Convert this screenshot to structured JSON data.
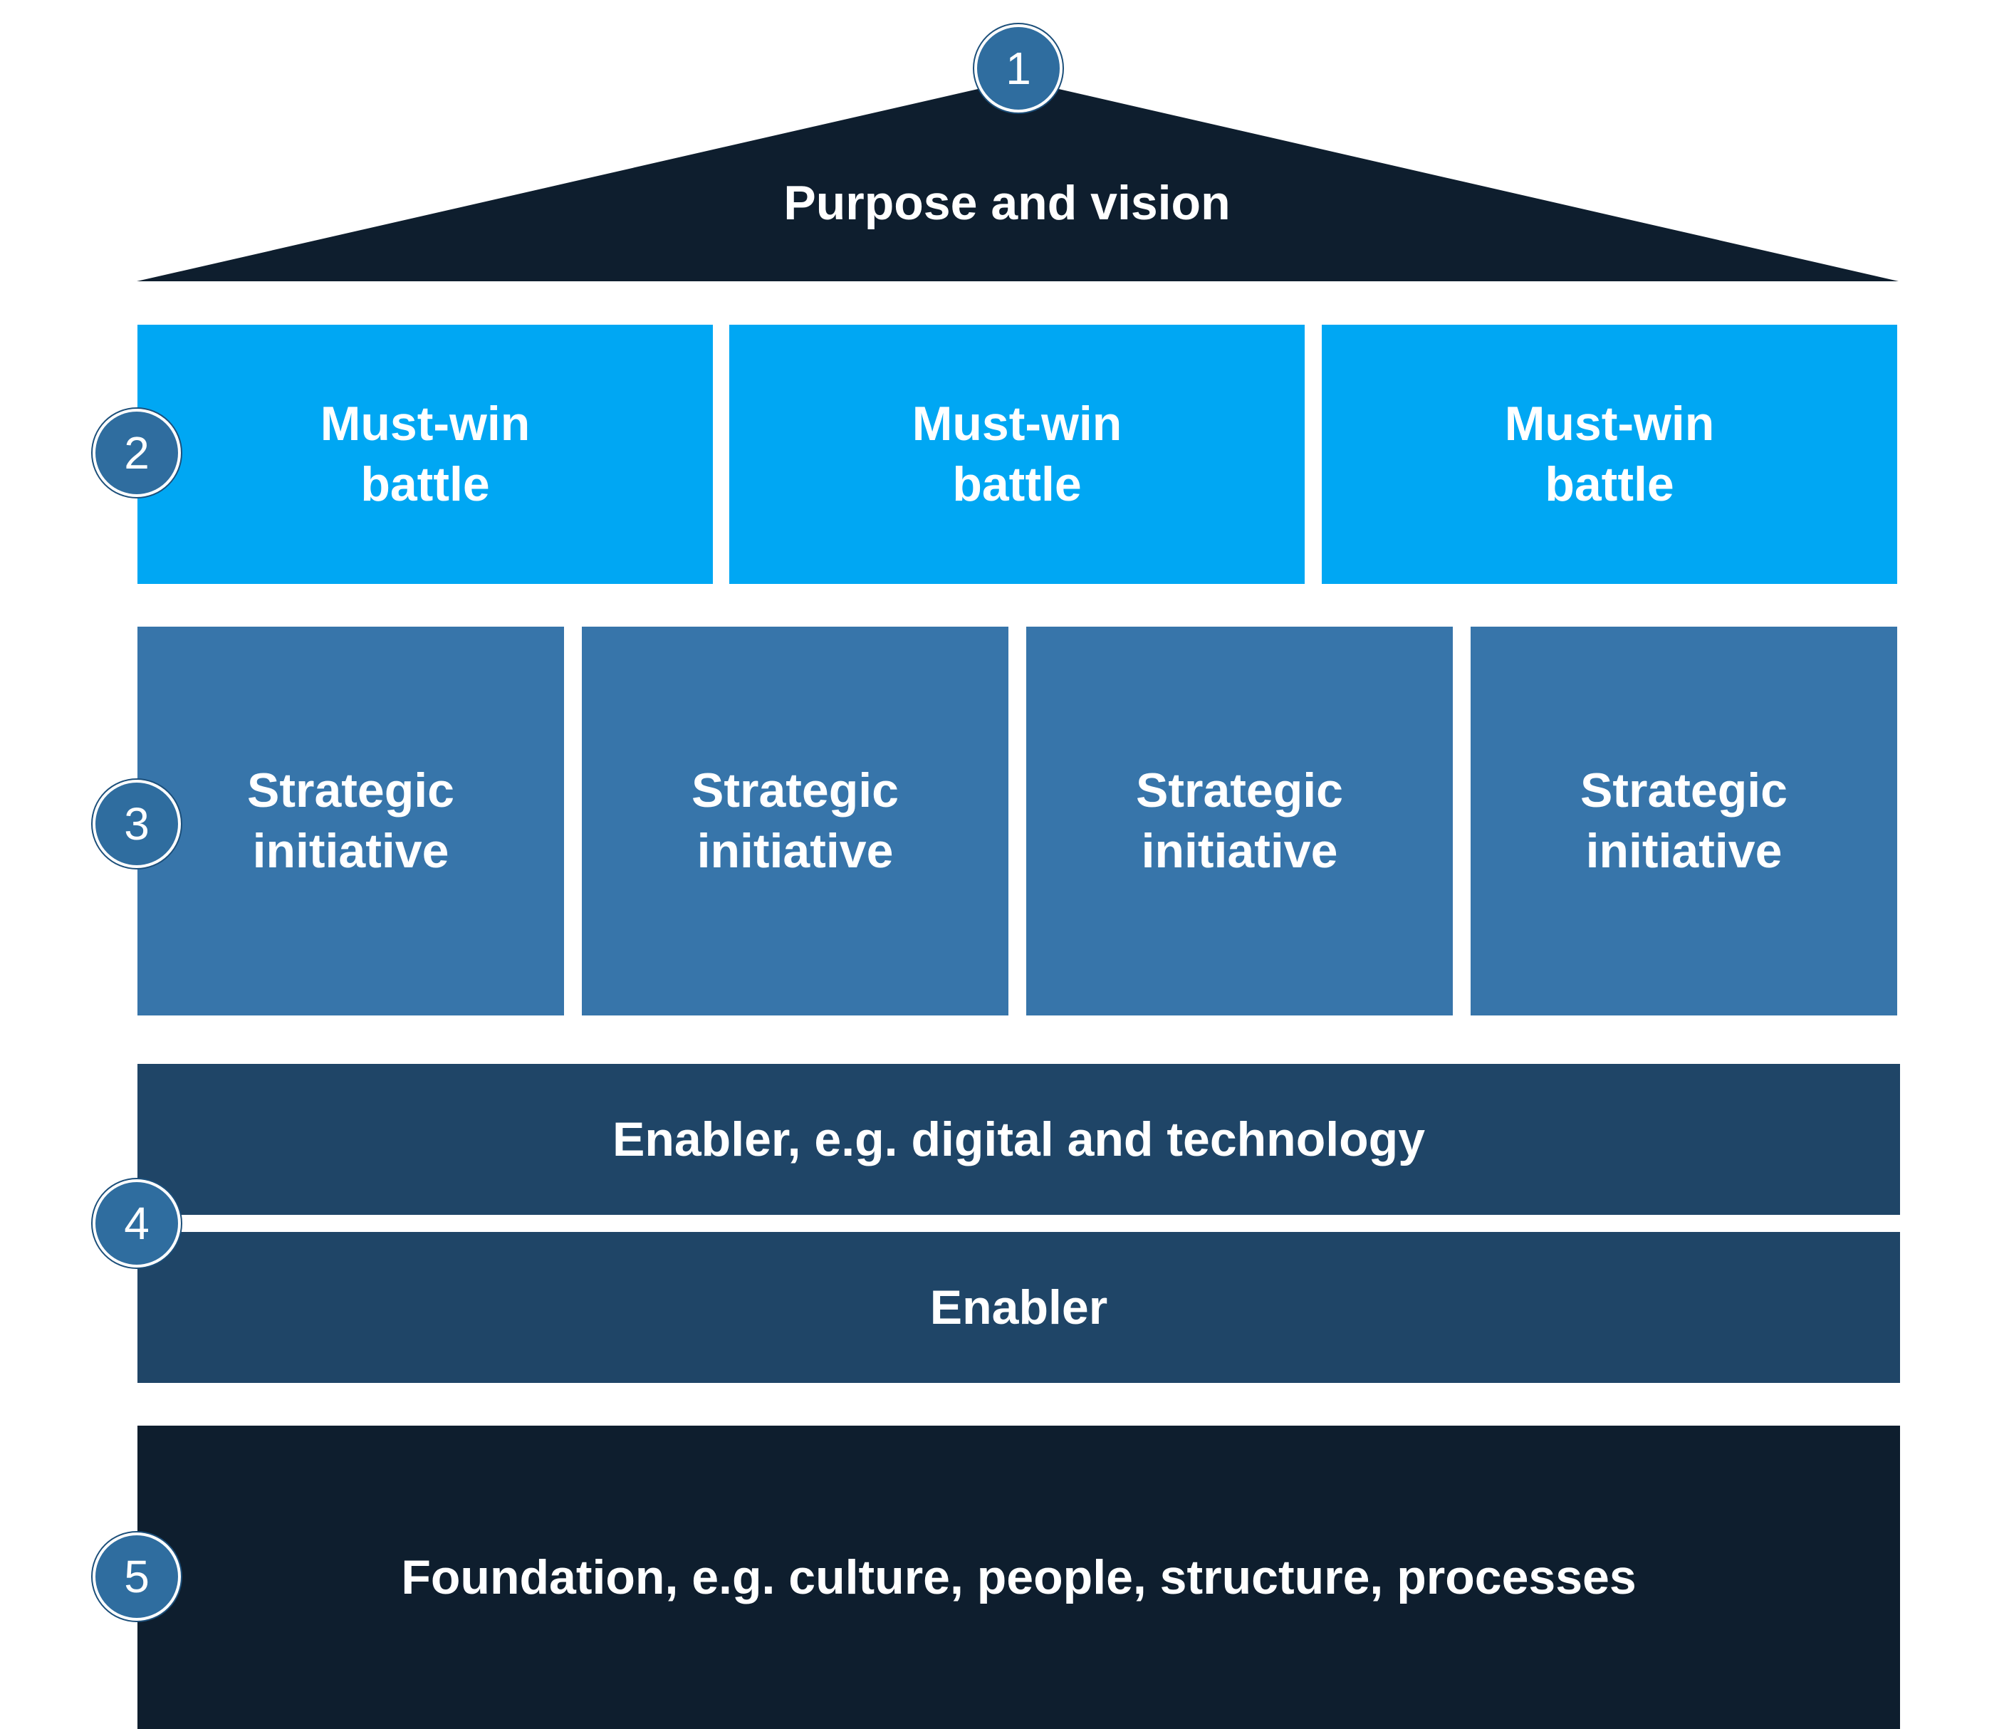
{
  "colors": {
    "roof": "#0e1e2e",
    "battle": "#00a7f3",
    "initiative": "#3775aa",
    "enabler": "#1f4567",
    "foundation": "#0e1e2e",
    "badge": "#2f6d9f"
  },
  "roof": {
    "label": "Purpose and vision",
    "badge": "1"
  },
  "battles": {
    "badge": "2",
    "items": [
      {
        "label": "Must-win battle"
      },
      {
        "label": "Must-win battle"
      },
      {
        "label": "Must-win battle"
      }
    ]
  },
  "initiatives": {
    "badge": "3",
    "items": [
      {
        "label": "Strategic initiative"
      },
      {
        "label": "Strategic initiative"
      },
      {
        "label": "Strategic initiative"
      },
      {
        "label": "Strategic initiative"
      }
    ]
  },
  "enablers": {
    "badge": "4",
    "items": [
      {
        "label": "Enabler, e.g. digital and technology"
      },
      {
        "label": "Enabler"
      }
    ]
  },
  "foundation": {
    "label": "Foundation, e.g. culture, people, structure, processes",
    "badge": "5"
  }
}
